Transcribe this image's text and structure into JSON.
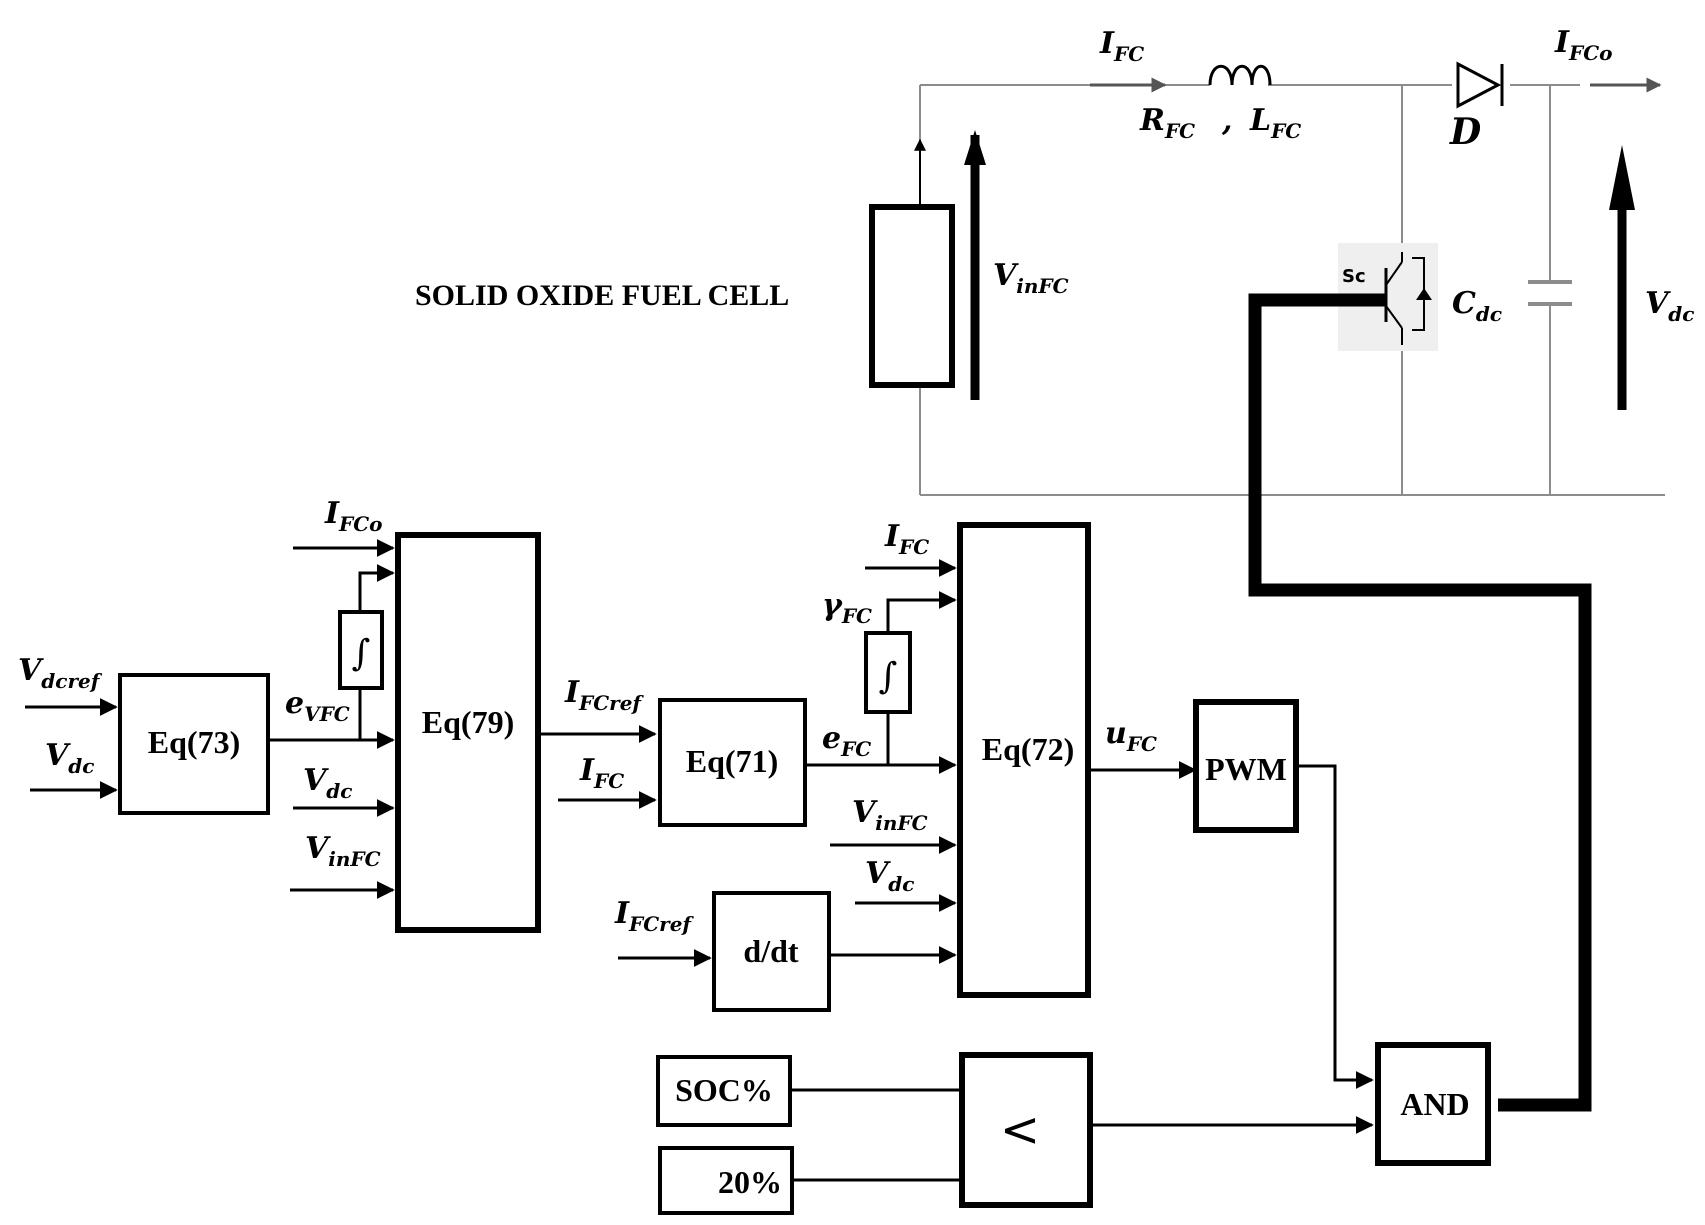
{
  "circuit": {
    "source_label": "SOLID OXIDE FUEL CELL",
    "i_fc": {
      "main": "I",
      "sub": "FC"
    },
    "i_fco": {
      "main": "I",
      "sub": "FCo"
    },
    "r_fc": {
      "main": "R",
      "sub": "FC"
    },
    "comma": ",",
    "l_fc": {
      "main": "L",
      "sub": "FC"
    },
    "diode": "D",
    "v_infc": {
      "main": "V",
      "sub": "inFC"
    },
    "switch": "Sc",
    "c_dc": {
      "main": "C",
      "sub": "dc"
    },
    "v_dc": {
      "main": "V",
      "sub": "dc"
    }
  },
  "controller": {
    "blocks": {
      "eq73": "Eq(73)",
      "eq79": "Eq(79)",
      "eq71": "Eq(71)",
      "eq72": "Eq(72)",
      "ddt": "d/dt",
      "pwm": "PWM",
      "and": "AND",
      "soc": "SOC%",
      "twenty": "20%",
      "compare": "<"
    },
    "integrator_symbol": "∫",
    "signals": {
      "v_dcref": {
        "main": "V",
        "sub": "dcref"
      },
      "v_dc_in": {
        "main": "V",
        "sub": "dc"
      },
      "e_vfc": {
        "main": "e",
        "sub": "VFC"
      },
      "i_fco": {
        "main": "I",
        "sub": "FCo"
      },
      "v_dc_79": {
        "main": "V",
        "sub": "dc"
      },
      "v_infc_79": {
        "main": "V",
        "sub": "inFC"
      },
      "i_fcref": {
        "main": "I",
        "sub": "FCref"
      },
      "i_fc_71": {
        "main": "I",
        "sub": "FC"
      },
      "e_fc": {
        "main": "e",
        "sub": "FC"
      },
      "i_fc_72": {
        "main": "I",
        "sub": "FC"
      },
      "gamma_fc": {
        "main": "γ",
        "sub": "FC"
      },
      "v_infc_72": {
        "main": "V",
        "sub": "inFC"
      },
      "v_dc_72": {
        "main": "V",
        "sub": "dc"
      },
      "i_fcref_ddt": {
        "main": "I",
        "sub": "FCref"
      },
      "u_fc": {
        "main": "u",
        "sub": "FC"
      }
    }
  }
}
